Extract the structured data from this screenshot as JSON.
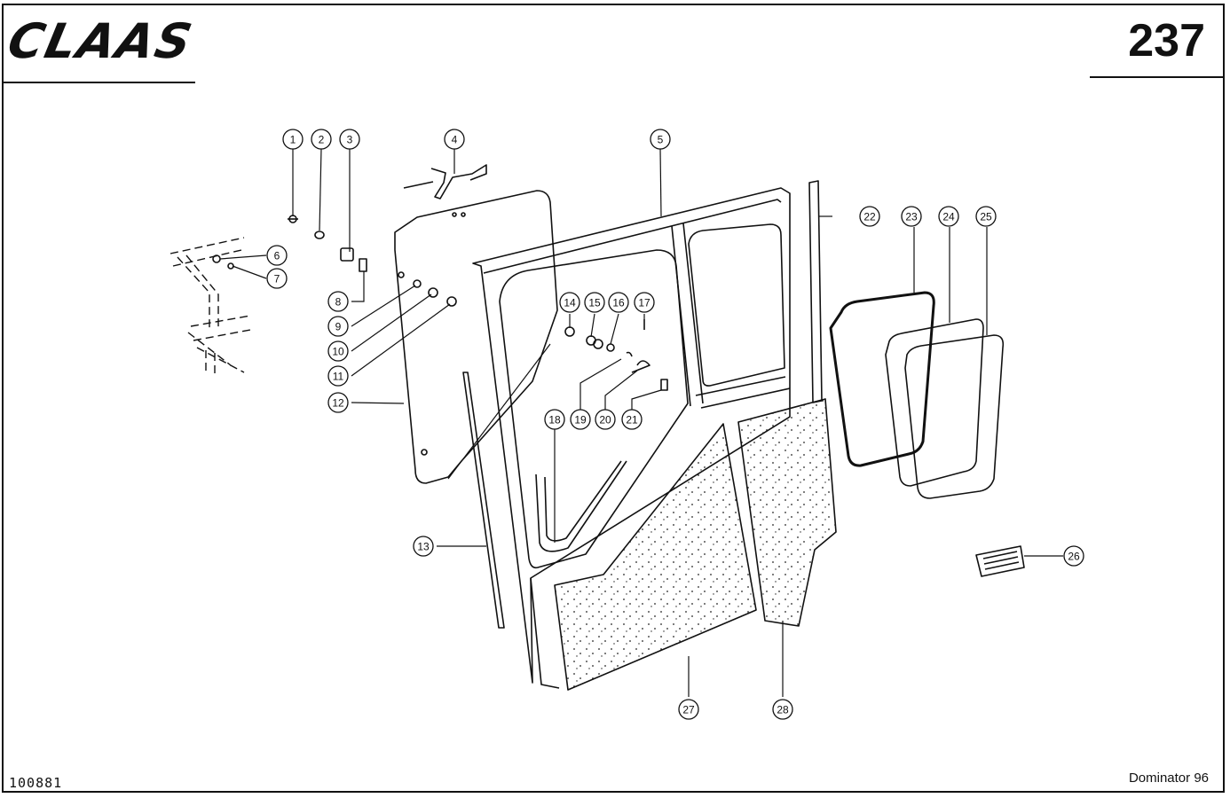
{
  "header": {
    "brand": "CLAAS",
    "page_number": "237"
  },
  "footer": {
    "doc_id": "100881",
    "model": "Dominator 96"
  },
  "callouts": [
    "1",
    "2",
    "3",
    "4",
    "5",
    "6",
    "7",
    "8",
    "9",
    "10",
    "11",
    "12",
    "13",
    "14",
    "15",
    "16",
    "17",
    "18",
    "19",
    "20",
    "21",
    "22",
    "23",
    "24",
    "25",
    "26",
    "27",
    "28"
  ],
  "colors": {
    "ink": "#111111",
    "paper": "#ffffff"
  }
}
